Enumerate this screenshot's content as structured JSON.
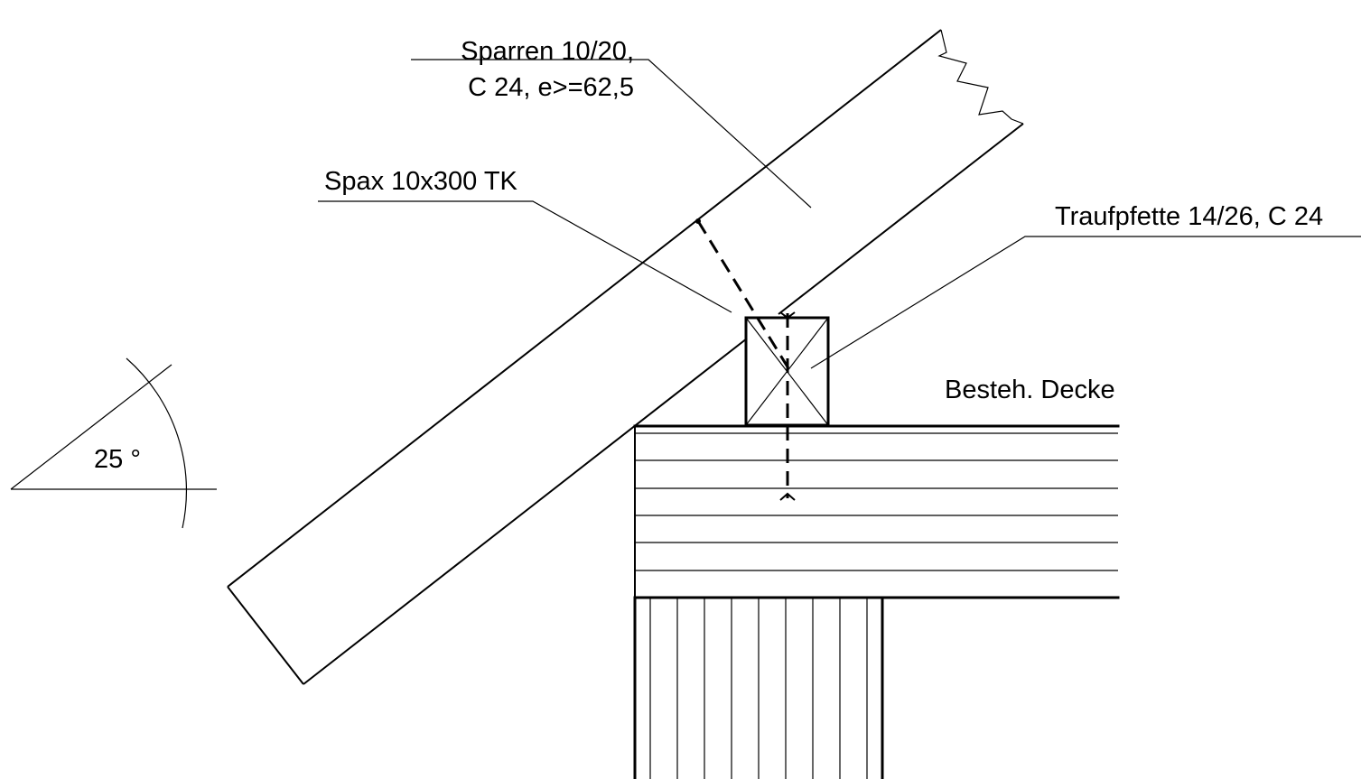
{
  "labels": {
    "rafter_line1": "Sparren 10/20,",
    "rafter_line2": "C 24, e>=62,5",
    "screw": "Spax 10x300 TK",
    "purlin": "Traufpfette 14/26, C 24",
    "ceiling": "Besteh. Decke",
    "angle": "25 °"
  },
  "colors": {
    "line": "#000000",
    "background": "#ffffff"
  }
}
